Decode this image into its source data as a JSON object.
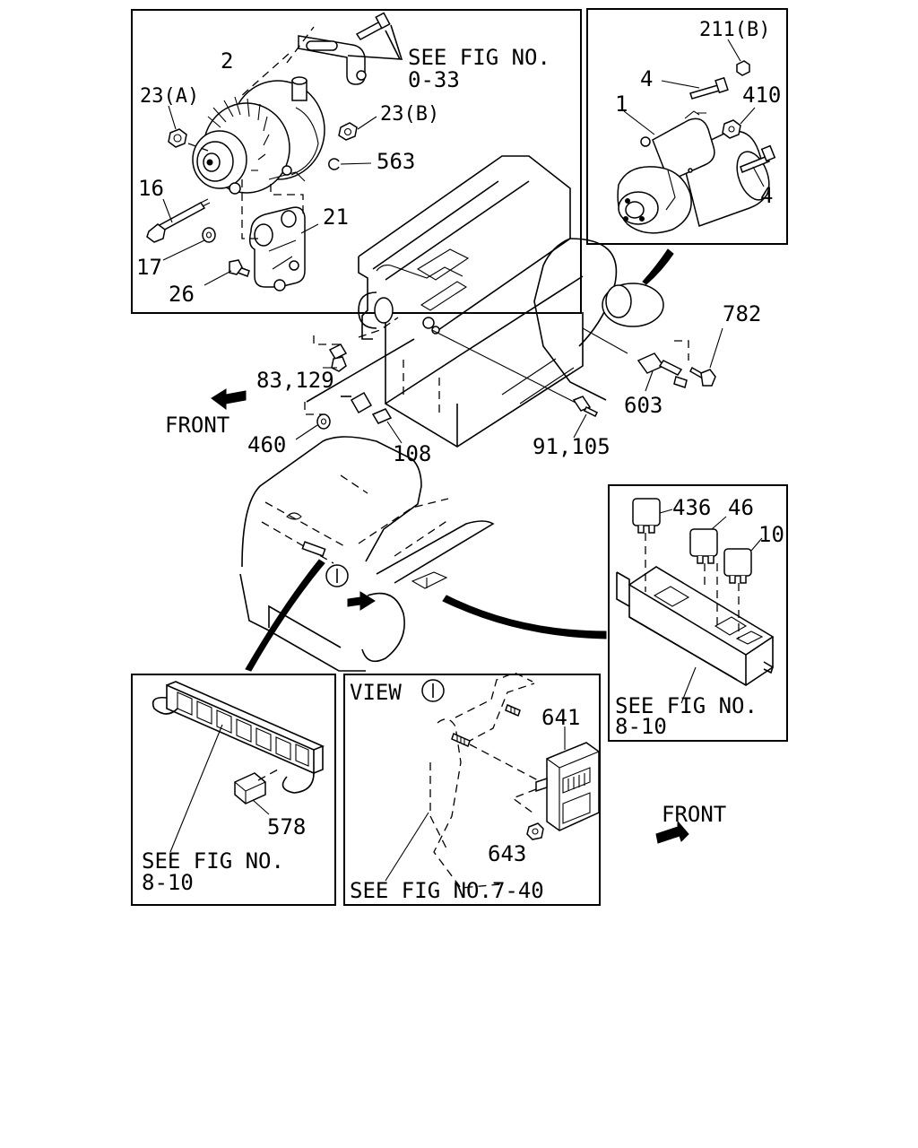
{
  "inset_references": {
    "alternator_bracket": "SEE FIG NO.",
    "alternator_bracket_num": "0-33",
    "relay_box": "SEE FIG NO.",
    "relay_box_num": "8-10",
    "fuse_block": "SEE FIG NO.",
    "fuse_block_num": "8-10",
    "view_panel": "SEE FIG NO.7-40"
  },
  "view_label": "VIEW",
  "view_marker": "I",
  "front_labels": [
    "FRONT",
    "FRONT"
  ],
  "callouts": {
    "alternator": {
      "c2": "2",
      "c23a": "23(A)",
      "c23b": "23(B)",
      "c563": "563",
      "c16": "16",
      "c21": "21",
      "c17": "17",
      "c26": "26"
    },
    "starter": {
      "c211b": "211(B)",
      "c4a": "4",
      "c410": "410",
      "c1": "1",
      "c4b": "4"
    },
    "engine": {
      "c782": "782",
      "c83_129": "83,129",
      "c603": "603",
      "c460": "460",
      "c108": "108",
      "c91_105": "91,105"
    },
    "relays": {
      "c436": "436",
      "c46": "46",
      "c10": "10"
    },
    "fuse": {
      "c578": "578"
    },
    "view": {
      "c641": "641",
      "c643": "643"
    }
  }
}
